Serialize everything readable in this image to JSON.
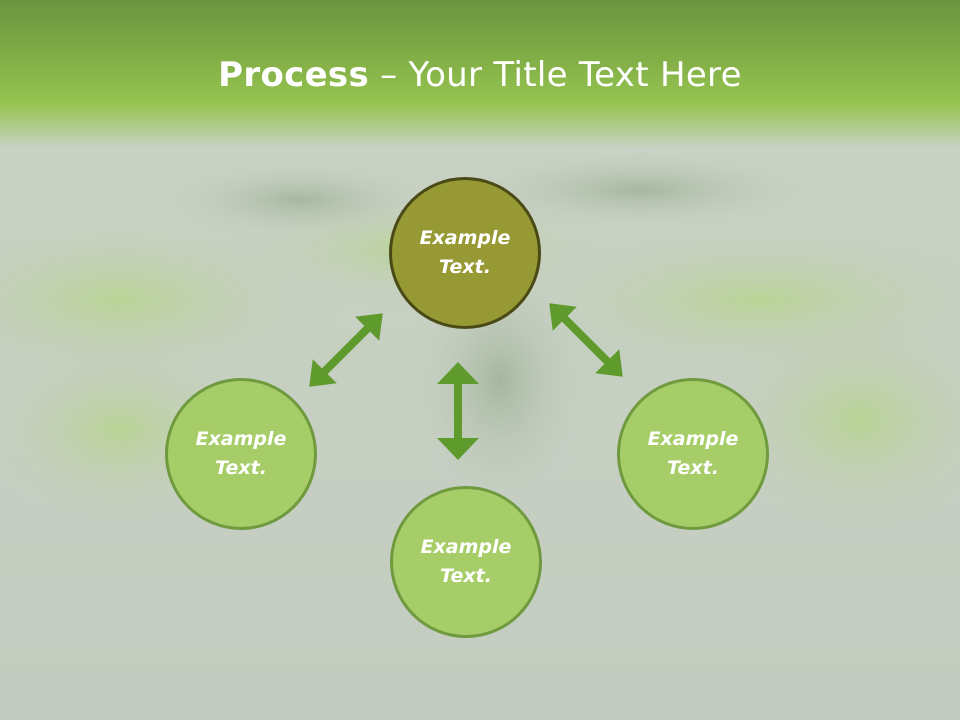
{
  "slide": {
    "title_bold": "Process",
    "title_rest": " – Your Title Text Here"
  },
  "nodes": [
    {
      "line1": "Example",
      "line2": "Text."
    },
    {
      "line1": "Example",
      "line2": "Text."
    },
    {
      "line1": "Example",
      "line2": "Text."
    },
    {
      "line1": "Example",
      "line2": "Text."
    }
  ],
  "colors": {
    "accent_green": "#5e9a2c",
    "center_fill": "#979934",
    "node_fill": "#a7cd68"
  }
}
